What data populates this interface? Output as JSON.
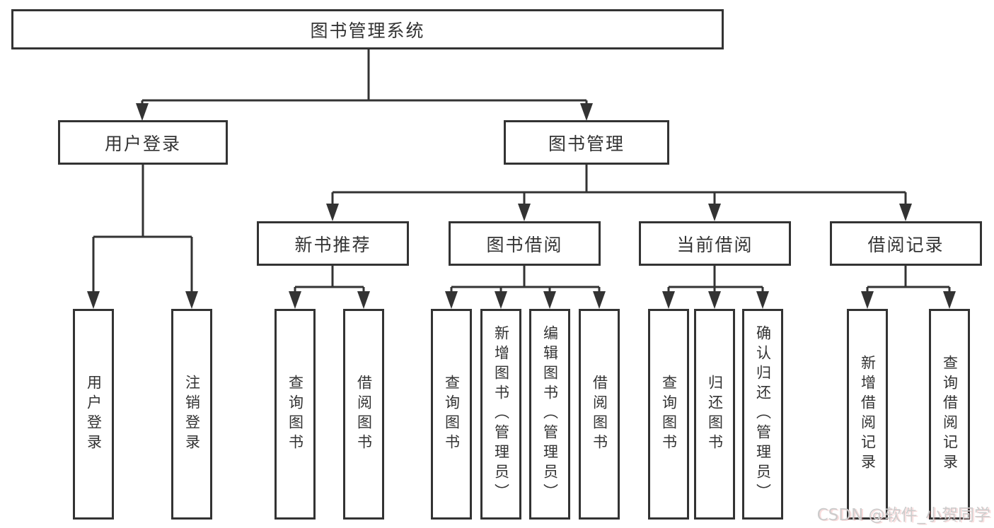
{
  "tree": {
    "label": "图书管理系统",
    "children": [
      {
        "label": "用户登录",
        "children": [
          {
            "label": "用户登录"
          },
          {
            "label": "注销登录"
          }
        ]
      },
      {
        "label": "图书管理",
        "children": [
          {
            "label": "新书推荐",
            "children": [
              {
                "label": "查询图书"
              },
              {
                "label": "借阅图书"
              }
            ]
          },
          {
            "label": "图书借阅",
            "children": [
              {
                "label": "查询图书"
              },
              {
                "label": "新增图书（管理员）"
              },
              {
                "label": "编辑图书（管理员）"
              },
              {
                "label": "借阅图书"
              }
            ]
          },
          {
            "label": "当前借阅",
            "children": [
              {
                "label": "查询图书"
              },
              {
                "label": "归还图书"
              },
              {
                "label": "确认归还（管理员）"
              }
            ]
          },
          {
            "label": "借阅记录",
            "children": [
              {
                "label": "新增借阅记录"
              },
              {
                "label": "查询借阅记录"
              }
            ]
          }
        ]
      }
    ]
  },
  "watermark": {
    "text": "CSDN @软件_小贺同学"
  },
  "colors": {
    "line": "#333333",
    "box_border": "#333333",
    "text": "#333333",
    "watermark": "#cccccc",
    "background": "#ffffff"
  }
}
